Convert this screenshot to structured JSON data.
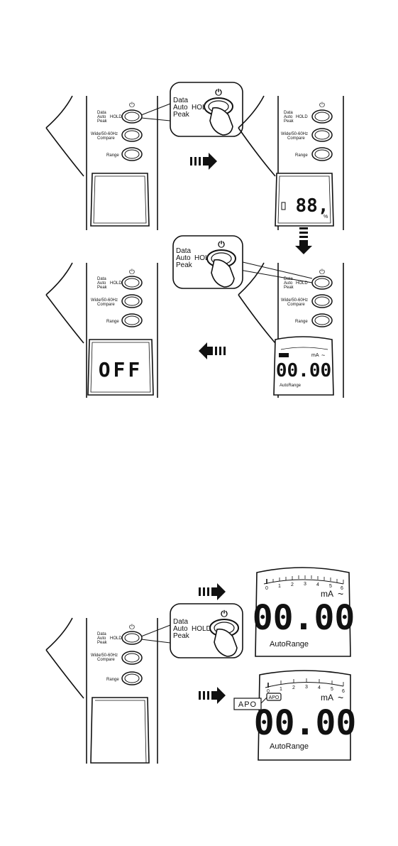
{
  "buttons": {
    "data_line1": "Data",
    "data_line2": "Auto",
    "data_line3": "Peak",
    "hold": "HOLD",
    "wide_line1": "Wide/50-60Hz",
    "wide_line2": "Compare",
    "range": "Range",
    "power_symbol": "⏻"
  },
  "displays": {
    "test_digits": "88,",
    "test_unit": "%",
    "off_text": "OFF",
    "reading": "00.00",
    "unit": "mA",
    "ac_symbol": "~",
    "auto_range": "AutoRange",
    "apo_badge": "APO",
    "apo_callout": "APO",
    "scale_ticks": [
      "0",
      "1",
      "2",
      "3",
      "4",
      "5",
      "6"
    ]
  },
  "colors": {
    "line": "#111111",
    "lcd": "#ffffff"
  }
}
